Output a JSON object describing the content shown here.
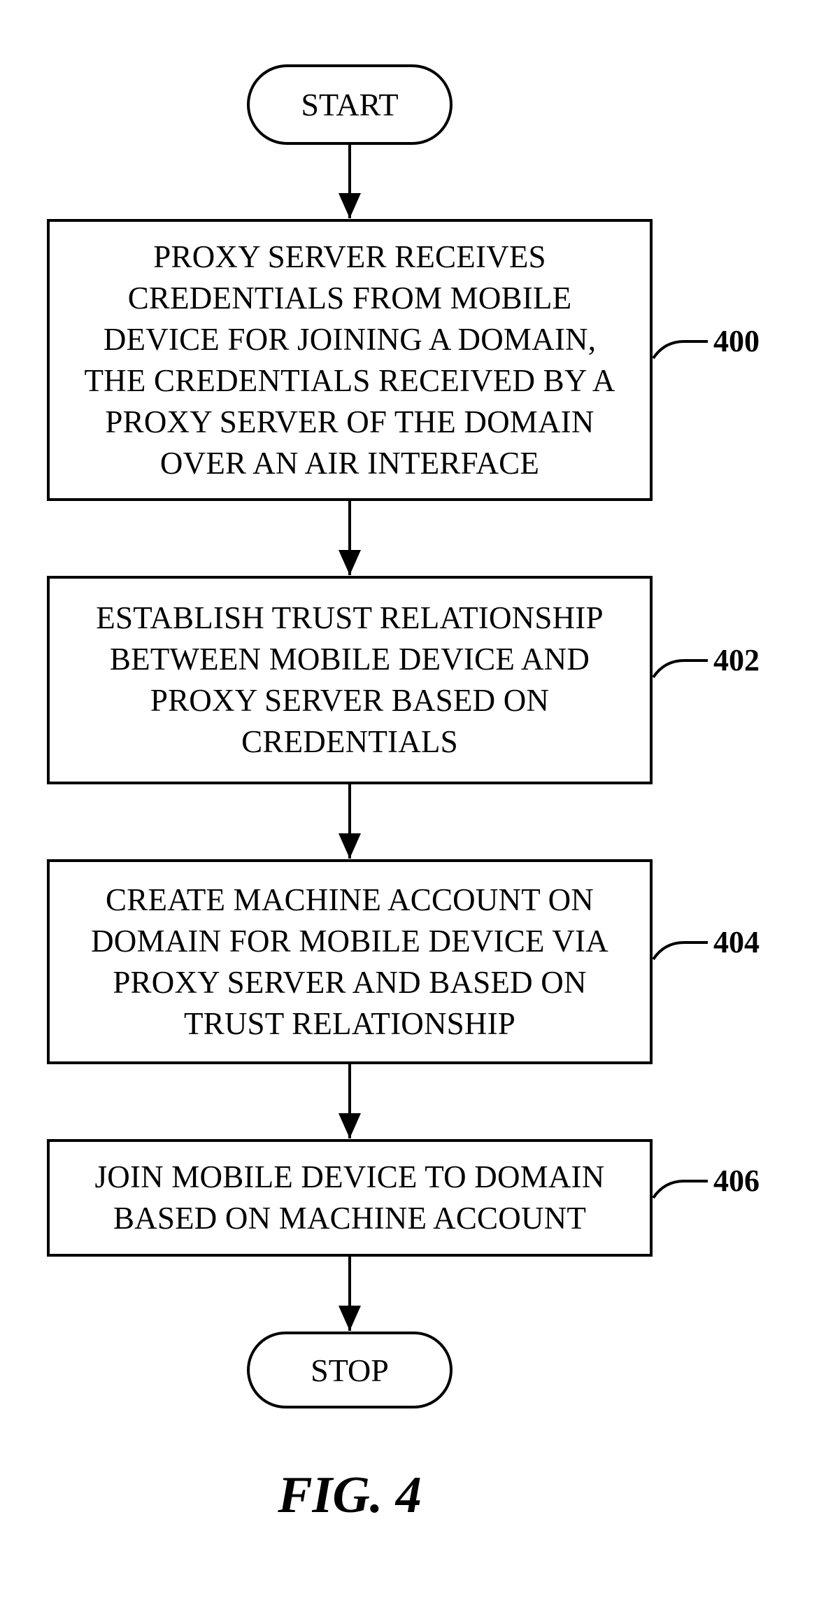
{
  "start_label": "START",
  "stop_label": "STOP",
  "steps": [
    {
      "ref": "400",
      "lines": [
        "PROXY SERVER RECEIVES",
        "CREDENTIALS FROM MOBILE",
        "DEVICE FOR JOINING A DOMAIN,",
        "THE CREDENTIALS RECEIVED BY A",
        "PROXY SERVER OF THE DOMAIN",
        "OVER AN AIR INTERFACE"
      ]
    },
    {
      "ref": "402",
      "lines": [
        "ESTABLISH TRUST RELATIONSHIP",
        "BETWEEN MOBILE DEVICE AND",
        "PROXY SERVER BASED ON",
        "CREDENTIALS"
      ]
    },
    {
      "ref": "404",
      "lines": [
        "CREATE MACHINE ACCOUNT ON",
        "DOMAIN FOR MOBILE DEVICE VIA",
        "PROXY SERVER AND BASED ON",
        "TRUST RELATIONSHIP"
      ]
    },
    {
      "ref": "406",
      "lines": [
        "JOIN MOBILE DEVICE TO DOMAIN",
        "BASED ON MACHINE ACCOUNT"
      ]
    }
  ],
  "figure_caption": "FIG. 4"
}
